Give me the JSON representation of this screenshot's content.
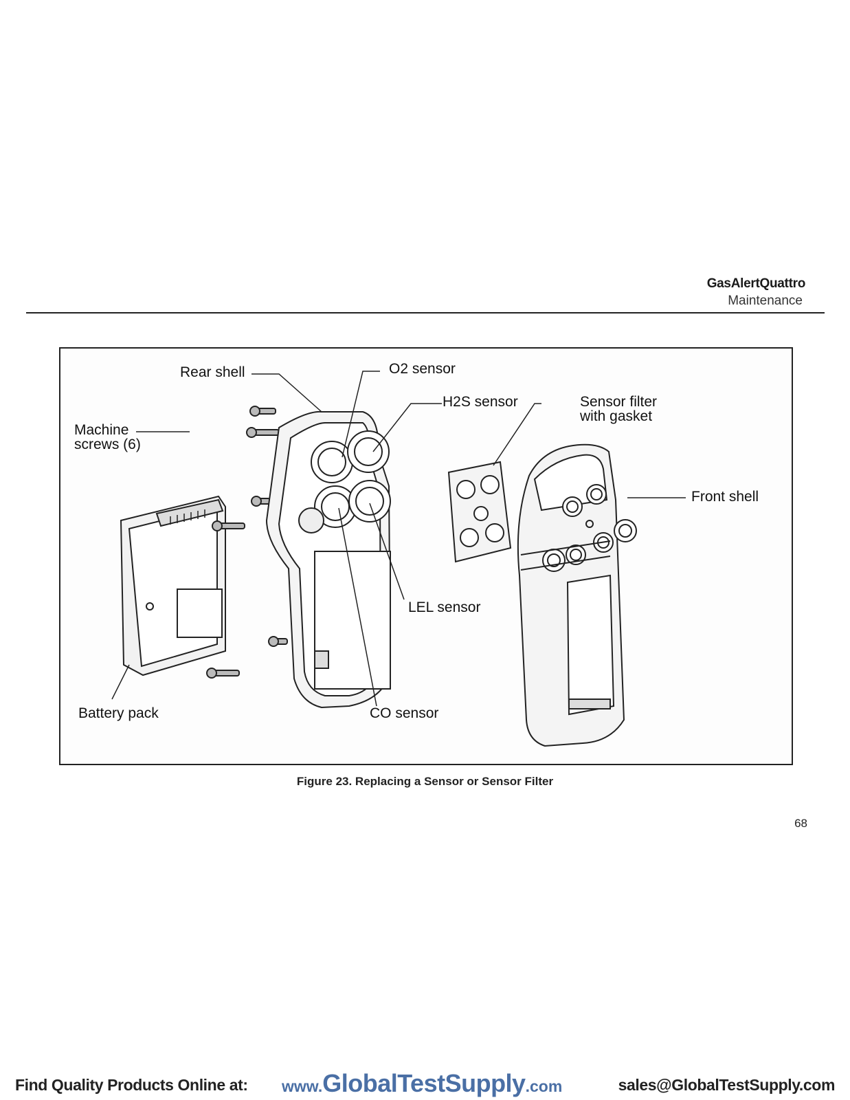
{
  "header": {
    "title": "GasAlertQuattro",
    "section": "Maintenance"
  },
  "figure": {
    "labels": {
      "rear_shell": "Rear shell",
      "o2_sensor": "O2 sensor",
      "h2s_sensor": "H2S sensor",
      "sensor_filter_line1": "Sensor filter",
      "sensor_filter_line2": "with gasket",
      "machine_screws_line1": "Machine",
      "machine_screws_line2": "screws (6)",
      "front_shell": "Front shell",
      "lel_sensor": "LEL sensor",
      "battery_pack": "Battery pack",
      "co_sensor": "CO sensor"
    },
    "caption": "Figure 23. Replacing a Sensor or Sensor Filter"
  },
  "page_number": "68",
  "footer": {
    "left_text": "Find Quality Products Online at:",
    "url_prefix": "www.",
    "url_main": "GlobalTestSupply",
    "url_suffix": ".com",
    "email": "sales@GlobalTestSupply.com"
  }
}
